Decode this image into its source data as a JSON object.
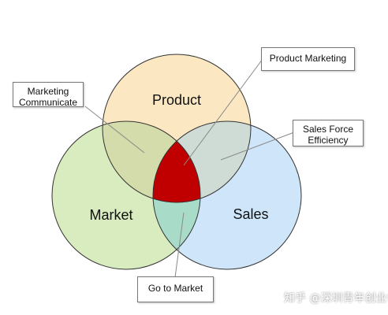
{
  "circles": {
    "product": {
      "label": "Product",
      "color": "#fbe8c2"
    },
    "market": {
      "label": "Market",
      "color": "#d9ecbf"
    },
    "sales": {
      "label": "Sales",
      "color": "#cfe6fa"
    }
  },
  "overlap_colors": {
    "product_market": "#d3dcaa",
    "product_sales": "#cfdcd6",
    "market_sales": "#a9dbc9",
    "center": "#c00000"
  },
  "callouts": {
    "marketing_communicate": {
      "line1": "Marketing",
      "line2": "Communicate"
    },
    "product_marketing": {
      "text": "Product Marketing"
    },
    "sales_force_efficiency": {
      "line1": "Sales Force",
      "line2": "Efficiency"
    },
    "go_to_market": {
      "text": "Go to Market"
    }
  },
  "watermark": "知乎 @深圳青年创业者"
}
